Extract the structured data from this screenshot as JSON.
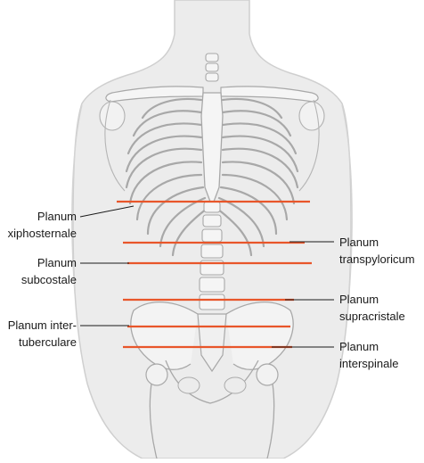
{
  "figure": {
    "colors": {
      "skin_fill": "#ececec",
      "skin_outline": "#cfcfcf",
      "bone_fill": "#f5f5f5",
      "bone_outline": "#a8a8a8",
      "plane_line": "#e8562a",
      "leader_line": "#1a1a1a",
      "label_text": "#1a1a1a"
    },
    "labels": {
      "xiphosternale": [
        "Planum",
        "xiphosternale"
      ],
      "subcostale": [
        "Planum",
        "subcostale"
      ],
      "intertuberculare": [
        "Planum inter-",
        "tuberculare"
      ],
      "transpyloricum": [
        "Planum",
        "transpyloricum"
      ],
      "supracristale": [
        "Planum",
        "supracristale"
      ],
      "interspinale": [
        "Planum",
        "interspinale"
      ]
    }
  }
}
